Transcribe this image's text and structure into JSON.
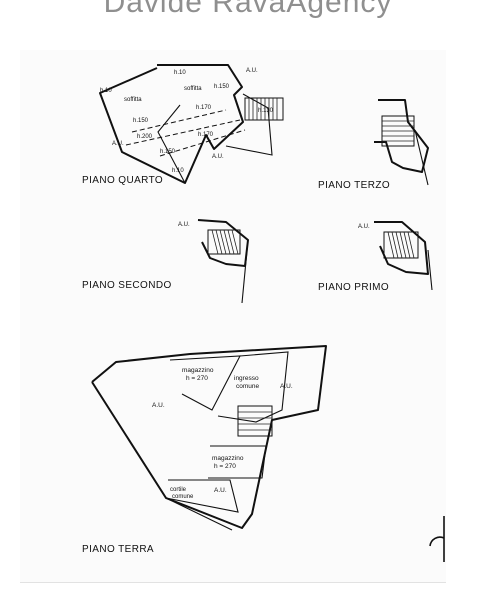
{
  "header": {
    "title": "Davide RavaAgency"
  },
  "plans": {
    "quarto": {
      "title": "PIANO QUARTO",
      "labels": [
        "h.10",
        "A.U.",
        "soffitta",
        "soffitta",
        "h.150",
        "h.170",
        "h.130",
        "h.10",
        "h.150",
        "h.200",
        "h.170",
        "A.U.",
        "h.150",
        "A.U.",
        "h.10"
      ]
    },
    "terzo": {
      "title": "PIANO TERZO"
    },
    "secondo": {
      "title": "PIANO SECONDO",
      "au": "A.U."
    },
    "primo": {
      "title": "PIANO PRIMO",
      "au": "A.U."
    },
    "terra": {
      "title": "PIANO TERRA",
      "magazzino_1": "magazzino",
      "magazzino_1_h": "h = 270",
      "ingresso_line1": "ingresso",
      "ingresso_line2": "comune",
      "au_right": "A.U.",
      "au_left": "A.U.",
      "magazzino_2": "magazzino",
      "magazzino_2_h": "h = 270",
      "cortile_line1": "cortile",
      "cortile_line2": "comune",
      "au_bottom": "A.U."
    }
  }
}
